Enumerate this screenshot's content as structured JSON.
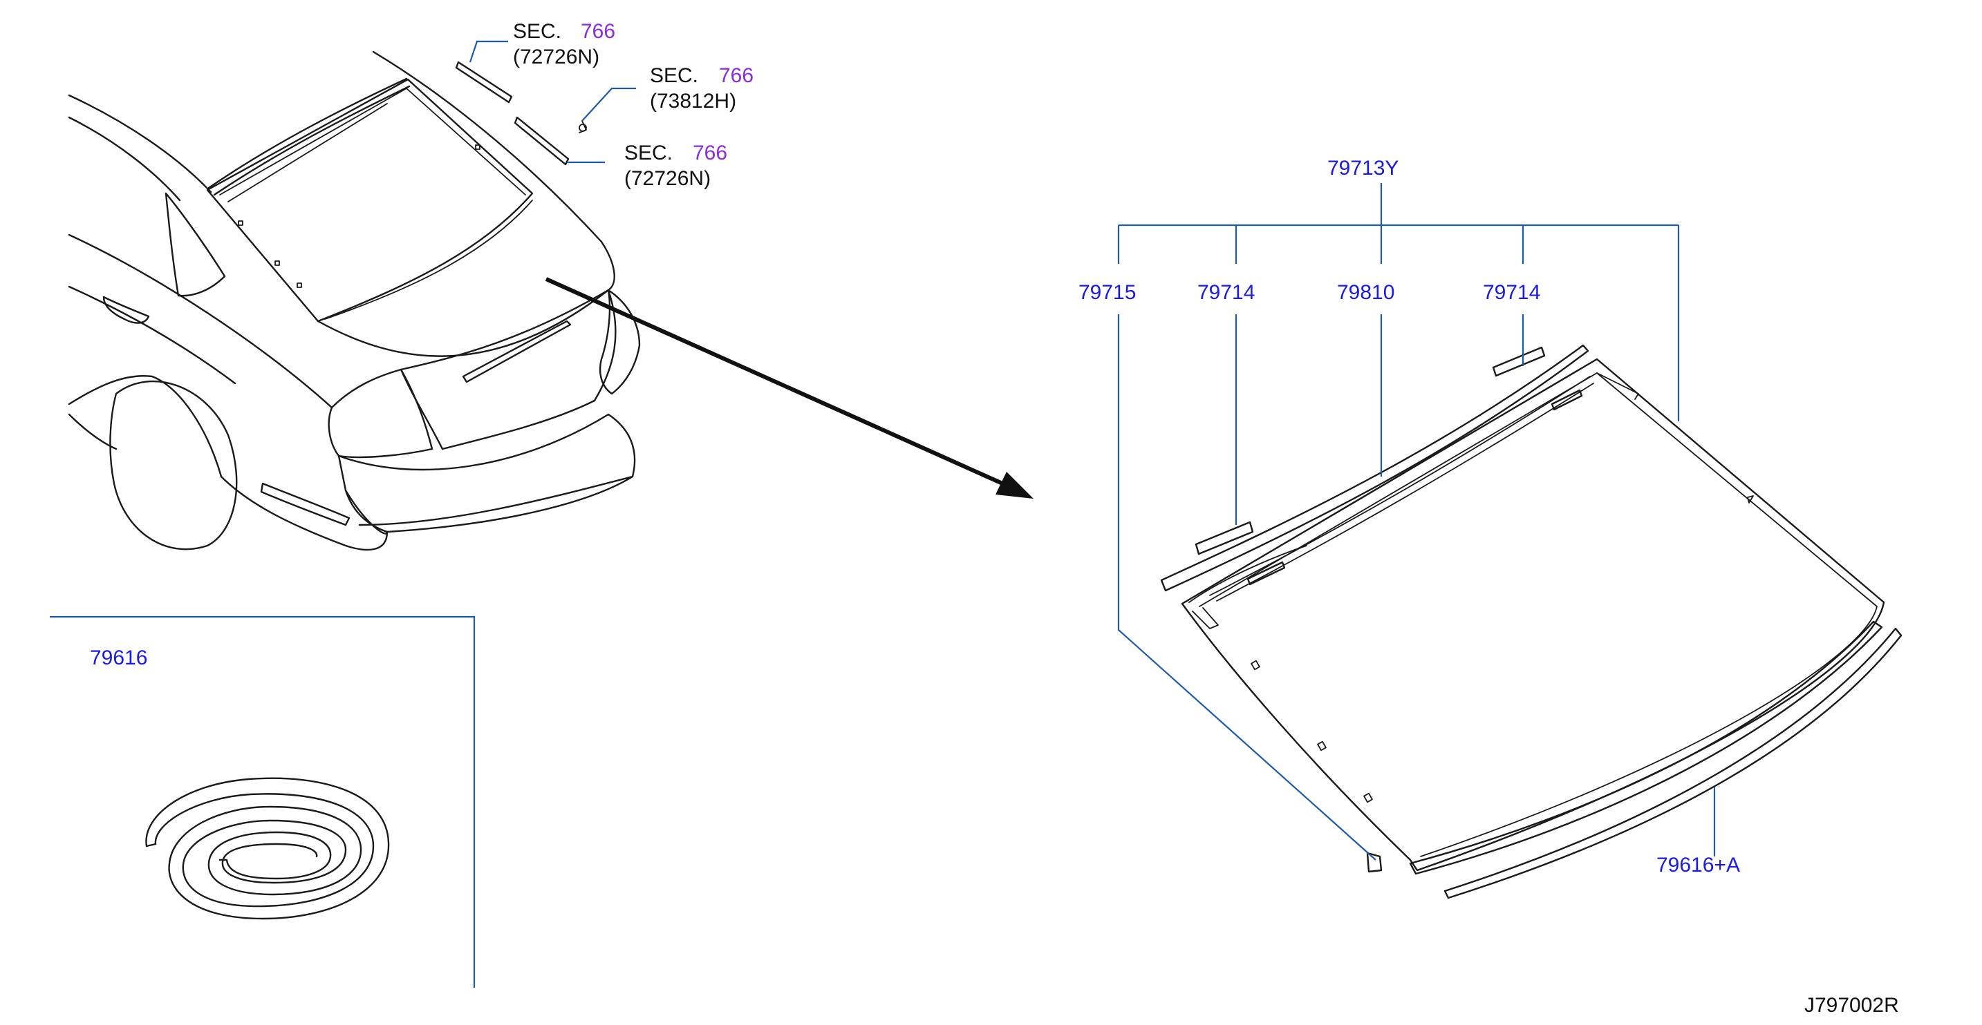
{
  "sections": [
    {
      "sec_label": "SEC.",
      "sec_number": "766",
      "part": "(72726N)"
    },
    {
      "sec_label": "SEC.",
      "sec_number": "766",
      "part": "(73812H)"
    },
    {
      "sec_label": "SEC.",
      "sec_number": "766",
      "part": "(72726N)"
    }
  ],
  "parts": {
    "kit": "79713Y",
    "glass": "79715",
    "stopper_left": "79714",
    "moulding": "79810",
    "stopper_right": "79714",
    "sealant": "79616",
    "dam_rubber": "79616+A"
  },
  "diagram_id": "J797002R",
  "colors": {
    "callout_text": "#1a1ae6",
    "section_number": "#8a2be2",
    "leader_line": "#1f5aa8",
    "drawing_line": "#1a1a1a"
  }
}
